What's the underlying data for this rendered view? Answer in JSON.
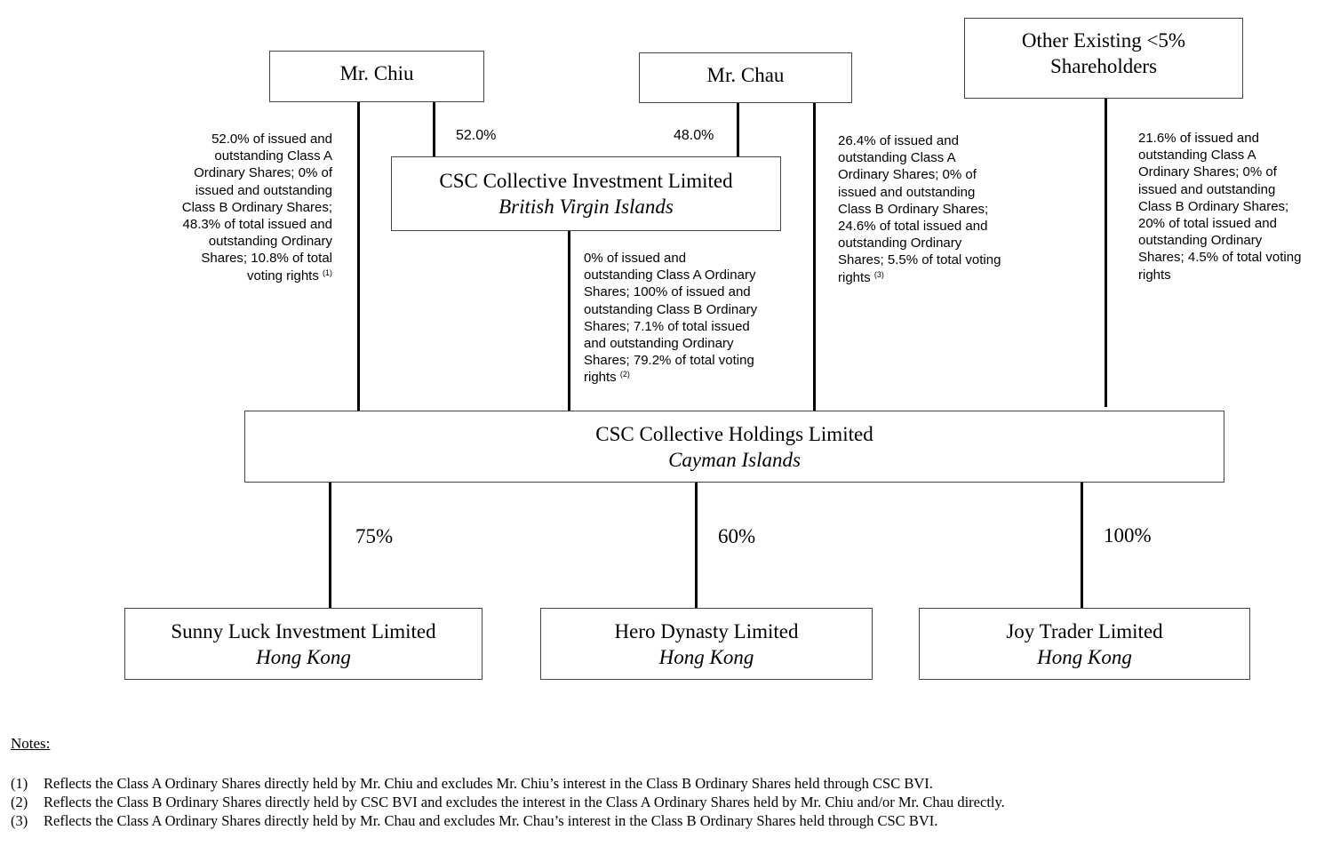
{
  "entities": {
    "mr_chiu": {
      "name": "Mr. Chiu"
    },
    "mr_chau": {
      "name": "Mr. Chau"
    },
    "other": {
      "name_line1": "Other Existing <5%",
      "name_line2": "Shareholders"
    },
    "csc_bvi": {
      "name": "CSC Collective Investment Limited",
      "jurisdiction": "British Virgin Islands"
    },
    "csc_holdings": {
      "name": "CSC Collective Holdings Limited",
      "jurisdiction": "Cayman Islands"
    },
    "sunny_luck": {
      "name": "Sunny Luck Investment Limited",
      "jurisdiction": "Hong Kong"
    },
    "hero_dynasty": {
      "name": "Hero Dynasty Limited",
      "jurisdiction": "Hong Kong"
    },
    "joy_trader": {
      "name": "Joy Trader Limited",
      "jurisdiction": "Hong Kong"
    }
  },
  "ownership": {
    "chiu_in_bvi": "52.0%",
    "chau_in_bvi": "48.0%",
    "chiu_direct": {
      "text": "52.0% of issued and\noutstanding Class A\nOrdinary Shares; 0% of\nissued and outstanding\nClass B Ordinary Shares;\n48.3% of total issued and\noutstanding Ordinary\nShares; 10.8% of total\nvoting rights",
      "note_ref": "(1)"
    },
    "bvi_direct": {
      "text": "0% of issued and\noutstanding Class A Ordinary\nShares; 100% of issued and\noutstanding Class B Ordinary\nShares; 7.1% of total issued\nand outstanding Ordinary\nShares; 79.2% of total voting\nrights",
      "note_ref": "(2)"
    },
    "chau_direct": {
      "text": "26.4% of issued and\noutstanding Class A\nOrdinary Shares; 0% of\nissued and outstanding\nClass B Ordinary Shares;\n24.6% of total issued and\noutstanding Ordinary\nShares; 5.5% of total voting\nrights",
      "note_ref": "(3)"
    },
    "other_direct": {
      "text": "21.6% of issued and\noutstanding Class A\nOrdinary Shares; 0% of\nissued and outstanding\nClass B Ordinary Shares;\n20% of total issued and\noutstanding Ordinary\nShares; 4.5% of total voting\nrights"
    },
    "sunny_luck": "75%",
    "hero_dynasty": "60%",
    "joy_trader": "100%"
  },
  "notes": {
    "title": "Notes:",
    "items": [
      {
        "num": "(1)",
        "text": "Reflects the Class A Ordinary Shares directly held by Mr. Chiu and excludes Mr. Chiu’s interest in the Class B Ordinary Shares held through CSC BVI."
      },
      {
        "num": "(2)",
        "text": "Reflects the Class B Ordinary Shares directly held by CSC BVI and excludes the interest in the Class A Ordinary Shares held by Mr. Chiu and/or Mr. Chau directly."
      },
      {
        "num": "(3)",
        "text": "Reflects the Class A Ordinary Shares directly held by Mr. Chau and excludes Mr. Chau’s interest in the Class B Ordinary Shares held through CSC BVI."
      }
    ]
  }
}
